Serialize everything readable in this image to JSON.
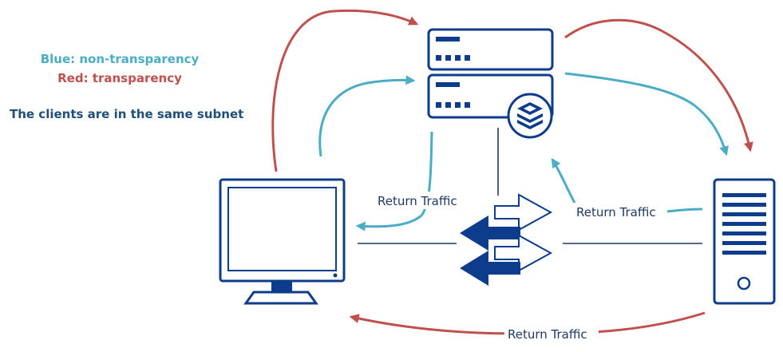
{
  "legend": {
    "blue_label": "Blue: non-transparency",
    "red_label": "Red: transparency",
    "blue_color": "#4bacc6",
    "red_color": "#c0504d"
  },
  "note": "The clients are in the same subnet",
  "labels": {
    "return_traffic_left": "Return Traffic",
    "return_traffic_right": "Return Traffic",
    "return_traffic_bottom": "Return Traffic"
  },
  "colors": {
    "device": "#0d3c8c",
    "text_dark": "#1f4e79",
    "label_text": "#1f3864"
  },
  "icons": {
    "client": "desktop-computer-icon",
    "proxy_top": "server-rack-unit-icon",
    "proxy_bottom": "server-rack-unit-icon",
    "proxy_badge": "stacked-layers-logo-icon",
    "switch": "bidirectional-arrows-switch-icon",
    "server": "tower-server-icon"
  }
}
